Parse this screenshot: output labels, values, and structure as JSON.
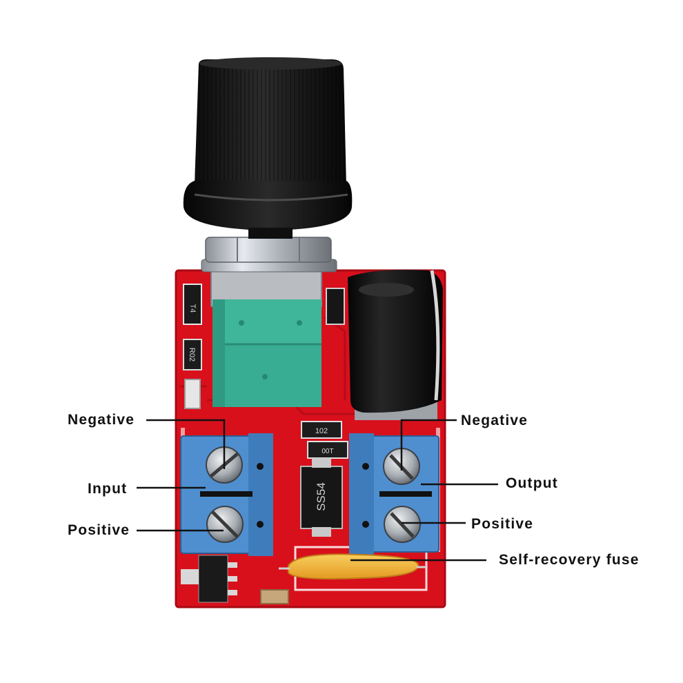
{
  "labels": {
    "negative_left": "Negative",
    "input": "Input",
    "positive_left": "Positive",
    "negative_right": "Negative",
    "output": "Output",
    "positive_right": "Positive",
    "fuse": "Self-recovery fuse"
  },
  "component_markings": {
    "diode_top_left": "T4",
    "resistor_left": "R02",
    "resistor_center_top": "102",
    "resistor_center_bottom": "00T",
    "schottky_diode": "SS54"
  },
  "colors": {
    "pcb": "#d8101c",
    "knob": "#151515",
    "potentiometer": "#3fb59a",
    "terminal": "#4f8fd0",
    "inductor": "#121212",
    "fuse": "#f0b43a",
    "label_text": "#111111",
    "leader_line": "#111111",
    "background": "#ffffff"
  }
}
